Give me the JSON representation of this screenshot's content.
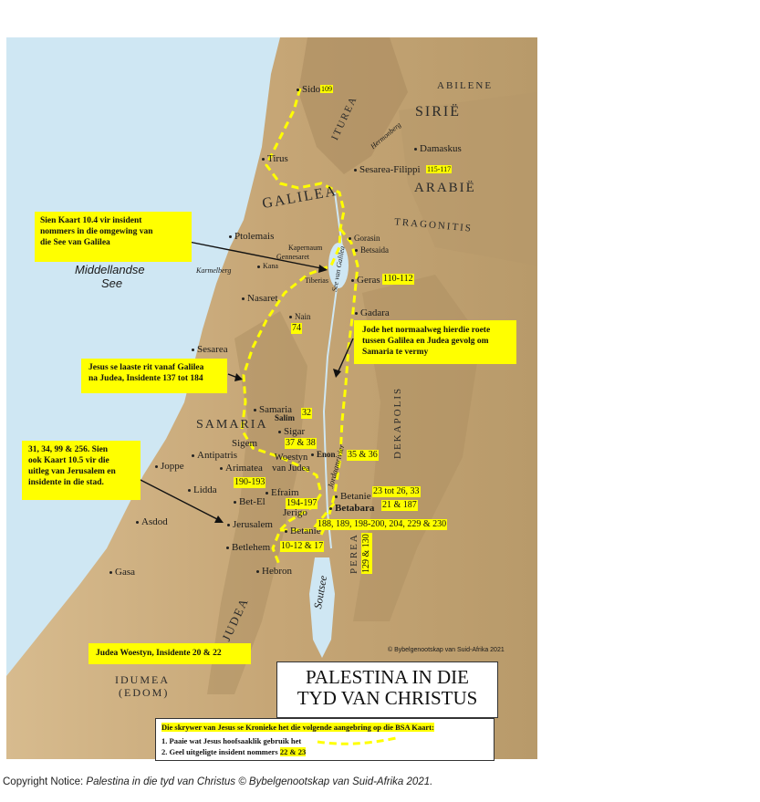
{
  "map": {
    "title_line1": "PALESTINA IN DIE",
    "title_line2": "TYD VAN CHRISTUS",
    "publisher_credit": "© Bybelgenootskap van Suid-Afrika 2021",
    "colors": {
      "sea": "#cfe7f3",
      "land": "#c9a97a",
      "highland": "#a88a5e",
      "route": "#ffff00",
      "highlight": "#ffff00"
    },
    "regions": [
      "SIRIË",
      "ABILENE",
      "ITUREA",
      "GALILEA",
      "ARABIË",
      "TRAGONITIS",
      "SAMARIA",
      "DEKAPOLIS",
      "JUDEA",
      "PEREA",
      "IDUMEA",
      "(EDOM)"
    ],
    "water_labels": [
      "Middellandse",
      "See",
      "See van Galilea",
      "Soutsee",
      "Jordaanrivier"
    ],
    "terrain_labels": [
      "Hermonberg",
      "Karmelberg",
      "Woestyn van Judea"
    ],
    "places": {
      "sidon": "Sidon",
      "tirus": "Tirus",
      "damaskus": "Damaskus",
      "sesarea_filippi": "Sesarea-Filippi",
      "ptolemais": "Ptolemais",
      "gorasin": "Gorasin",
      "betsaida": "Betsaida",
      "kapernaum": "Kapernaum",
      "gennesaret": "Gennesaret",
      "kana": "Kana",
      "tiberias": "Tiberias",
      "geras": "Geras",
      "nasaret": "Nasaret",
      "nain": "Nain",
      "gadara": "Gadara",
      "sesarea": "Sesarea",
      "samaria": "Samaria",
      "salim": "Salim",
      "sigar": "Sigar",
      "sigem": "Sigem",
      "enon": "Enon",
      "antipatris": "Antipatris",
      "joppe": "Joppe",
      "arimatea": "Arimatea",
      "lidda": "Lidda",
      "efraim": "Efraim",
      "bet_el": "Bet-El",
      "betanie_perea": "Betanie",
      "betabara": "Betabara",
      "jerigo": "Jerigo",
      "asdod": "Asdod",
      "jerusalem": "Jerusalem",
      "betanie": "Betanie",
      "betlehem": "Betlehem",
      "hebron": "Hebron",
      "gasa": "Gasa"
    },
    "incident_labels": {
      "sidon": "109",
      "sesarea_filippi": "115-117",
      "geras": "110-112",
      "nain": "74",
      "salim": "32",
      "sigar": "37 & 38",
      "enon": "35 & 36",
      "arimatea": "190-193",
      "efraim": "194-197",
      "betanie_perea": "23 tot 26, 33",
      "betabara": "21 & 187",
      "jerusalem": "188, 189, 198-200, 204, 229 & 230",
      "betlehem": "10-12 & 17",
      "perea": "129 & 130"
    },
    "notes": {
      "galilee_note": [
        "Sien Kaart 10.4 vir insident",
        "nommers in die omgewing van",
        "die See van Galilea"
      ],
      "jews_route_note": [
        "Jode het normaalweg hierdie roete",
        "tussen Galilea en Judea gevolg om",
        "Samaria te vermy"
      ],
      "last_journey_note": [
        "Jesus se laaste rit vanaf Galilea",
        "na Judea, Insidente 137 tot 184"
      ],
      "jerusalem_note": [
        "31, 34, 99 & 256. Sien",
        "ook Kaart 10.5 vir die",
        "uitleg van Jerusalem en",
        "insidente in die stad."
      ],
      "desert_note": "Judea Woestyn, Insidente 20 & 22"
    },
    "legend": {
      "heading": "Die skrywer van Jesus se Kronieke het die volgende aangebring op die BSA Kaart:",
      "item1": "1. Paaie wat Jesus hoofsaaklik gebruik het",
      "item2_prefix": "2. Geel uitgeligte insident nommers",
      "item2_example": "22 & 23"
    }
  },
  "copyright": {
    "prefix": "Copyright Notice:",
    "text": "Palestina in die tyd van Christus © Bybelgenootskap van Suid-Afrika 2021."
  }
}
